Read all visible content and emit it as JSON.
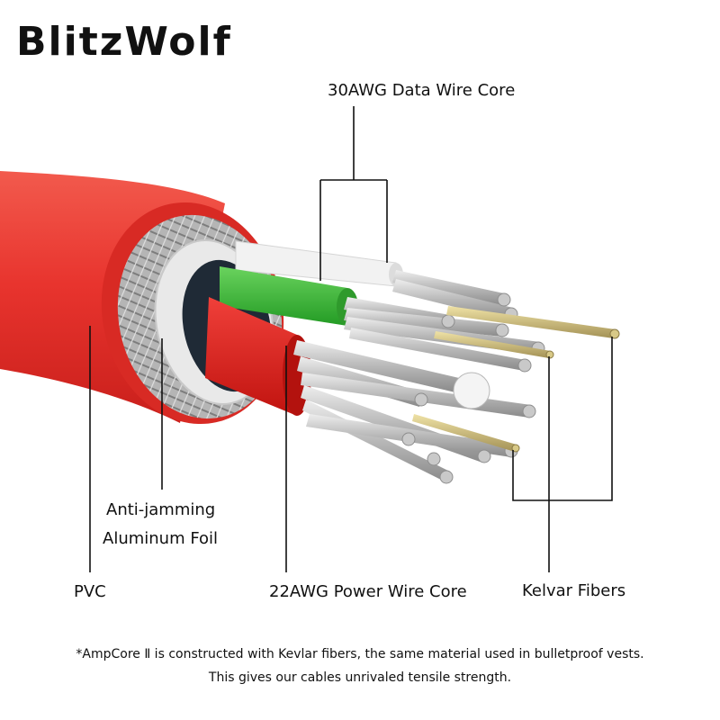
{
  "brand": {
    "logo_text": "BlitzWolf"
  },
  "callouts": {
    "data_core": "30AWG Data Wire Core",
    "foil_line1": "Anti-jamming",
    "foil_line2": "Aluminum Foil",
    "pvc": "PVC",
    "power_core": "22AWG Power Wire Core",
    "kevlar": "Kelvar Fibers"
  },
  "footnote": {
    "line1": "*AmpCore Ⅱ is constructed with Kevlar fibers, the same material used in bulletproof vests.",
    "line2": "This gives our cables unrivaled tensile strength."
  },
  "colors": {
    "jacket_red": "#e8342e",
    "inner_red": "#e0211c",
    "green_core": "#3fb93a",
    "white_core": "#f2f2f2",
    "braid_silver": "#a7a7a7",
    "strand_silver": "#c8c8c8",
    "kevlar_gold": "#c9b87a"
  }
}
